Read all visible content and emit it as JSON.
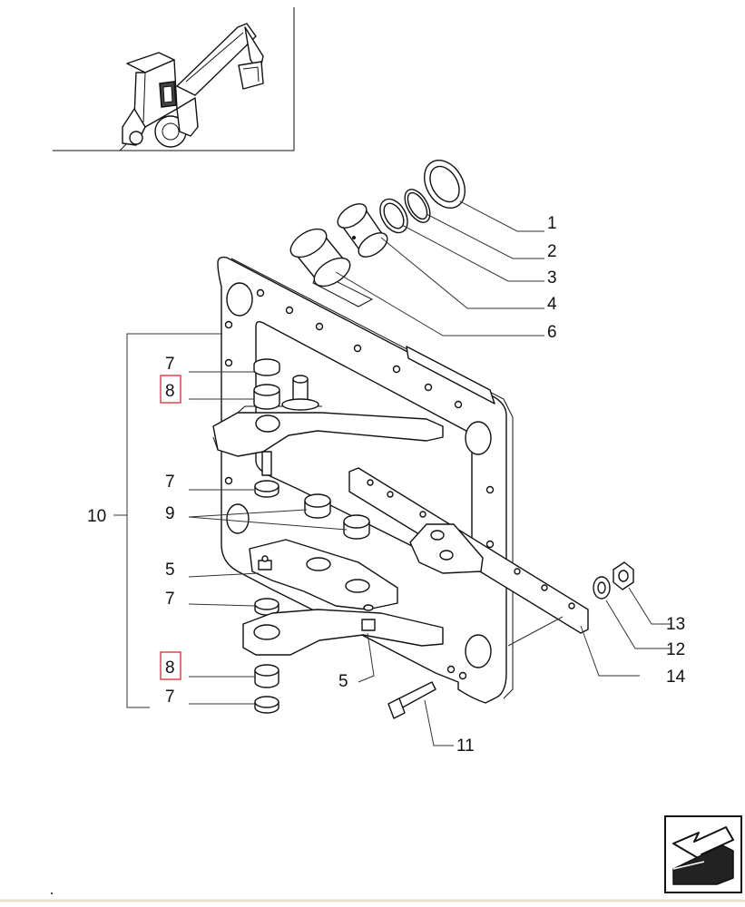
{
  "callouts": {
    "c1": "1",
    "c2": "2",
    "c3": "3",
    "c4": "4",
    "c6": "6",
    "c7a": "7",
    "c8a": "8",
    "c7b": "7",
    "c10": "10",
    "c9": "9",
    "c5a": "5",
    "c7c": "7",
    "c8b": "8",
    "c7d": "7",
    "c5b": "5",
    "c11": "11",
    "c13": "13",
    "c12": "12",
    "c14": "14"
  },
  "colors": {
    "line": "#111111",
    "highlight": "#e0141e",
    "shade": "#d9d9d9",
    "nav_fill": "#222222"
  },
  "icons": {
    "thumbnail": "backhoe-loader-thumbnail",
    "navigation": "next-page-arrow-icon"
  }
}
